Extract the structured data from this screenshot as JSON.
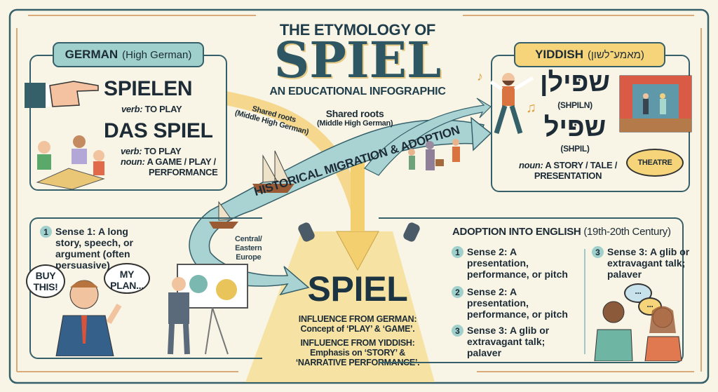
{
  "title": {
    "line1": "THE ETYMOLOGY OF",
    "word": "SPIEL",
    "subtitle": "AN EDUCATIONAL INFOGRAPHIC"
  },
  "german": {
    "tab_label": "GERMAN",
    "tab_sub": "(High German)",
    "word1": "SPIELEN",
    "word1_def_label": "verb:",
    "word1_def": "TO PLAY",
    "word2": "DAS SPIEL",
    "word2_verb_label": "verb:",
    "word2_verb": "TO PLAY",
    "word2_noun_label": "noun:",
    "word2_noun": "A GAME / PLAY /",
    "word2_noun_2": "PERFORMANCE"
  },
  "yiddish": {
    "tab_label": "YIDDISH",
    "tab_sub": "(מאמע־לשון)",
    "word1": "שפּילן",
    "word1_translit": "(SHPILN)",
    "word2": "שפּיל",
    "word2_translit": "(SHPIL)",
    "noun_label": "noun:",
    "noun": "A STORY / TALE /",
    "noun_2": "PRESENTATION",
    "bubble": "THEATRE"
  },
  "flow": {
    "shared_roots_1": "Shared roots",
    "shared_roots_1b": "(Middle High German)",
    "shared_roots_2": "Shared roots",
    "shared_roots_2b": "(Middle High German)",
    "migration": "HISTORICAL MIGRATION & ADOPTION",
    "region": "Central/\nEastern\nEurope"
  },
  "sense1": {
    "num": "1",
    "text": "Sense 1: A long story, speech, or argument (often persuasive)",
    "bubble1": "BUY THIS!",
    "bubble2": "MY PLAN..."
  },
  "center": {
    "word": "SPIEL",
    "influence1_title": "INFLUENCE FROM GERMAN:",
    "influence1_text": "Concept of ‘PLAY’ & ‘GAME’.",
    "influence2_title": "INFLUENCE FROM YIDDISH:",
    "influence2_text": "Emphasis on ‘STORY’ &",
    "influence2_text2": "‘NARRATIVE PERFORMANCE’."
  },
  "english": {
    "title": "ADOPTION INTO ENGLISH",
    "title_sub": "(19th-20th Century)",
    "items": [
      {
        "num": "1",
        "text": "Sense 2: A presentation, performance, or pitch"
      },
      {
        "num": "2",
        "text": "Sense 2: A presentation, performance, or pitch"
      },
      {
        "num": "3",
        "text": "Sense 3: A glib or extravagant talk; palaver"
      }
    ],
    "side_item": {
      "num": "3",
      "text": "Sense 3: A glib or extravagant talk; palaver"
    },
    "bubble": "..."
  },
  "colors": {
    "teal": "#35606a",
    "mint": "#9fd0cc",
    "yellow": "#f5d47a",
    "cream": "#f8f5e6"
  }
}
